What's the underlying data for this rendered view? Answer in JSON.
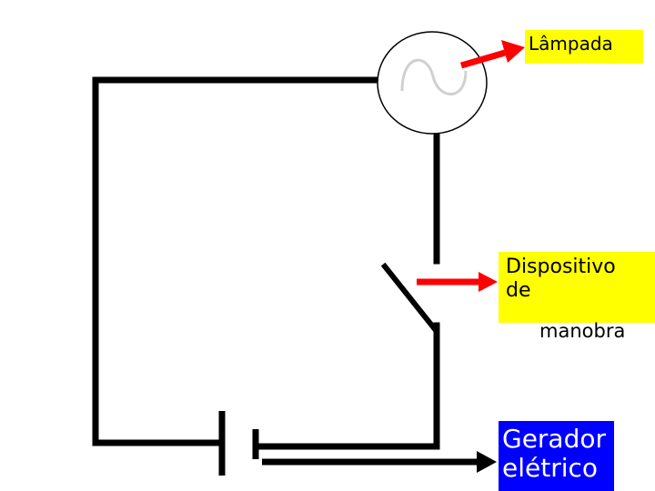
{
  "labels": {
    "lamp": "Lâmpada",
    "switch_line1": "Dispositivo",
    "switch_line2": "de",
    "switch_line3": "manobra",
    "generator_line1": "Gerador",
    "generator_line2": "elétrico"
  },
  "colors": {
    "wire": "#000000",
    "arrow": "#ff0000",
    "label_highlight": "#ffff00",
    "generator_box": "#0000ff",
    "generator_text": "#ffffff"
  },
  "icons": {
    "lamp_symbol": "ac-source-sine-icon"
  }
}
